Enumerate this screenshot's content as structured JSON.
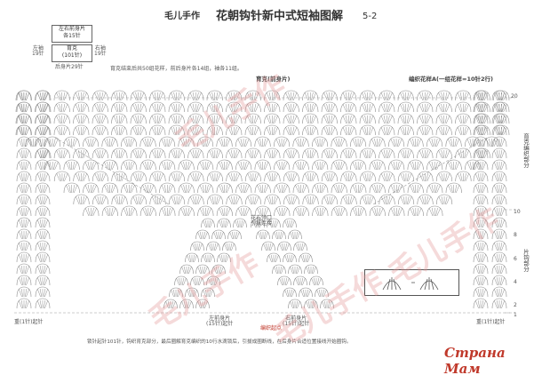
{
  "header": {
    "brand": "毛儿手作",
    "title": "花朝钩针新中式短袖图解",
    "code": "5-2"
  },
  "schematic": {
    "left_front": "左右前身片",
    "left_front_sub": "各15针",
    "yoke": "育克",
    "yoke_sub": "(101针)",
    "left_sleeve": "左袖",
    "left_sleeve_sub": "19针",
    "right_sleeve": "右袖",
    "right_sleeve_sub": "19针",
    "back": "后身片29针"
  },
  "notes": {
    "yoke_note": "育克结束后共50组花样，前后身片各14组，袖各11组。",
    "yoke_front_label": "育克(前身片)",
    "pattern_a": "编织花样A(一组花样=10针2行)",
    "yoke_part": "育克编织部分",
    "body_part": "片钩部分",
    "armhole_label_1": "花右领口",
    "armhole_label_2": "引拔连接",
    "left_front_panel": "左前身片",
    "left_front_panel_sub": "(15针)起针",
    "right_front_panel": "右前身片",
    "right_front_panel_sub": "(15针)起针",
    "start_point": "编织起点",
    "left_chain": "重(1针)起针",
    "right_chain": "重(1针)起针",
    "bottom_note": "锁针起针101针，钩织育克部分，最后圈解育克编织的10行水滴锁后，引拔成圈断线，在后身片合适位置接线开始圈钩。"
  },
  "row_numbers": [
    "20",
    "10",
    "8",
    "6",
    "4",
    "2",
    "1"
  ],
  "watermarks": [
    "毛儿手作",
    "毛儿手作",
    "毛儿手作",
    "毛儿手作"
  ],
  "site_logo": "Страна Мам",
  "colors": {
    "line": "#8a8a8a",
    "dashed": "#999999",
    "watermark": "#e19696",
    "logo": "#c0392b"
  }
}
